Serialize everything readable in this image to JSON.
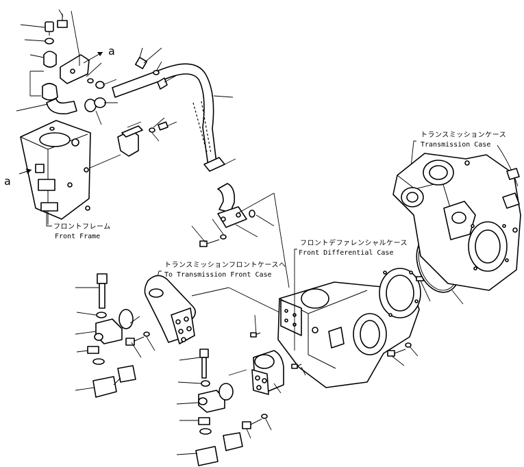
{
  "labels": {
    "front_frame": {
      "jp": "フロントフレーム",
      "en": "Front Frame"
    },
    "transmission_case": {
      "jp": "トランスミッションケース",
      "en": "Transmission Case"
    },
    "front_differential_case": {
      "jp": "フロントデファレンシャルケース",
      "en": "Front Differential Case"
    },
    "to_transmission_front_case": {
      "jp": "トランスミッションフロントケースへ",
      "en": "To Transmission Front Case"
    }
  },
  "reference_marks": {
    "top_arrow": "a",
    "left_arrow": "a"
  }
}
